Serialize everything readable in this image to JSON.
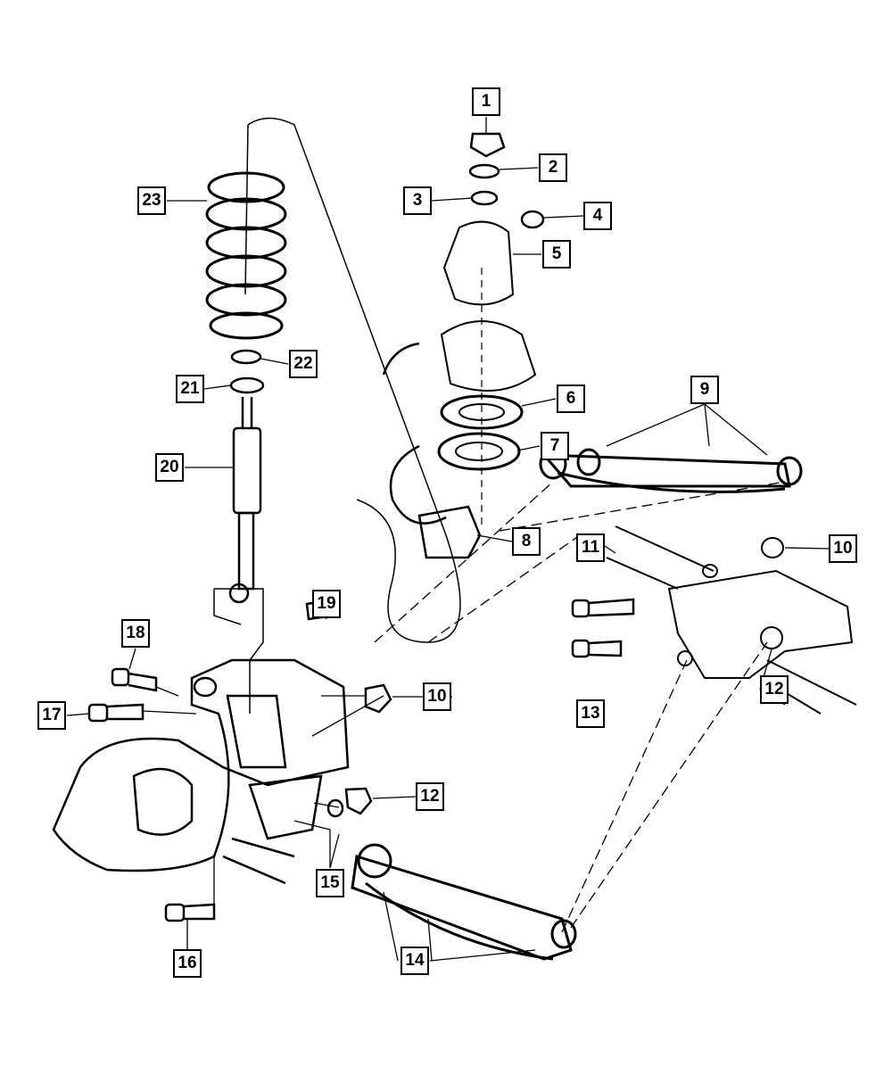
{
  "diagram": {
    "callouts": {
      "c1": "1",
      "c2": "2",
      "c3": "3",
      "c4": "4",
      "c5": "5",
      "c6": "6",
      "c7": "7",
      "c8": "8",
      "c9": "9",
      "c10": "10",
      "c11": "11",
      "c12": "12",
      "c13": "13",
      "c14": "14",
      "c15": "15",
      "c16": "16",
      "c17": "17",
      "c18": "18",
      "c19": "19",
      "c20": "20",
      "c21": "21",
      "c22": "22",
      "c23": "23"
    },
    "colors": {
      "line": "#000000",
      "background": "#ffffff"
    }
  }
}
